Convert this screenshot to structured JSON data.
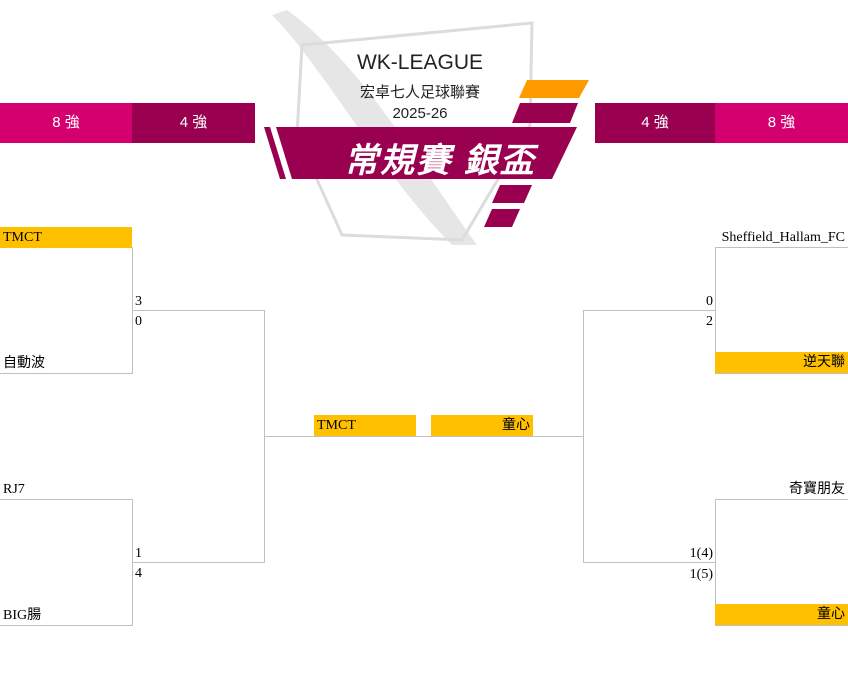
{
  "logo": {
    "league": "WK-LEAGUE",
    "name": "宏卓七人足球聯賽",
    "season": "2025-26",
    "cup": "常規賽 銀盃"
  },
  "headers": {
    "left_r8": "8 強",
    "left_r4": "4 強",
    "right_r4": "4 強",
    "right_r8": "8 強"
  },
  "colors": {
    "pink": "#d4006f",
    "dark": "#99004f",
    "winner": "#ffc000",
    "orange": "#ff9900"
  },
  "left": {
    "m1": {
      "team1": "TMCT",
      "score1": "3",
      "team2": "自動波",
      "score2": "0"
    },
    "m2": {
      "team1": "RJ7",
      "score1": "1",
      "team2": "BIG腸",
      "score2": "4"
    }
  },
  "right": {
    "m1": {
      "team1": "Sheffield_Hallam_FC",
      "score1": "0",
      "team2": "逆天聯",
      "score2": "2"
    },
    "m2": {
      "team1": "奇寶朋友",
      "score1": "1(4)",
      "team2": "童心",
      "score2": "1(5)"
    }
  },
  "final": {
    "left": "TMCT",
    "right": "童心"
  }
}
